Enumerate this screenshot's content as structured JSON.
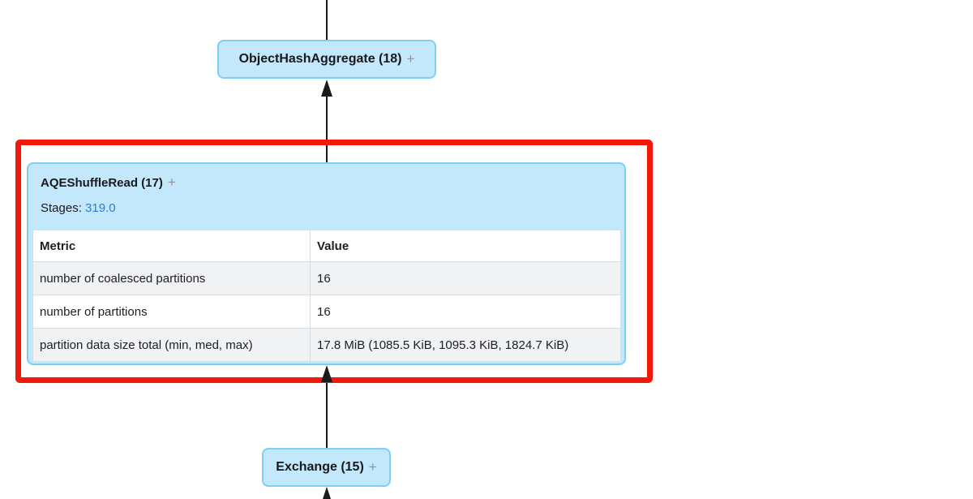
{
  "nodes": {
    "object_hash_aggregate": {
      "label": "ObjectHashAggregate (18)",
      "expand": "+"
    },
    "aqe_shuffle_read": {
      "label": "AQEShuffleRead (17)",
      "expand": "+",
      "stages_label": "Stages:",
      "stages_value": "319.0"
    },
    "exchange": {
      "label": "Exchange (15)",
      "expand": "+"
    }
  },
  "metrics_table": {
    "columns": {
      "metric": "Metric",
      "value": "Value"
    },
    "rows": [
      [
        "number of coalesced partitions",
        "16"
      ],
      [
        "number of partitions",
        "16"
      ],
      [
        "partition data size total (min, med, max)",
        "17.8 MiB (1085.5 KiB, 1095.3 KiB, 1824.7 KiB)"
      ]
    ]
  },
  "colors": {
    "node_fill": "#c3e7fb",
    "node_border": "#7bd0f3",
    "highlight_red": "#f2190a",
    "link_blue": "#2e7bd4",
    "arrow_black": "#1b1b1b",
    "row_alt_gray": "#f1f2f3",
    "table_border": "#d8dcdf"
  }
}
